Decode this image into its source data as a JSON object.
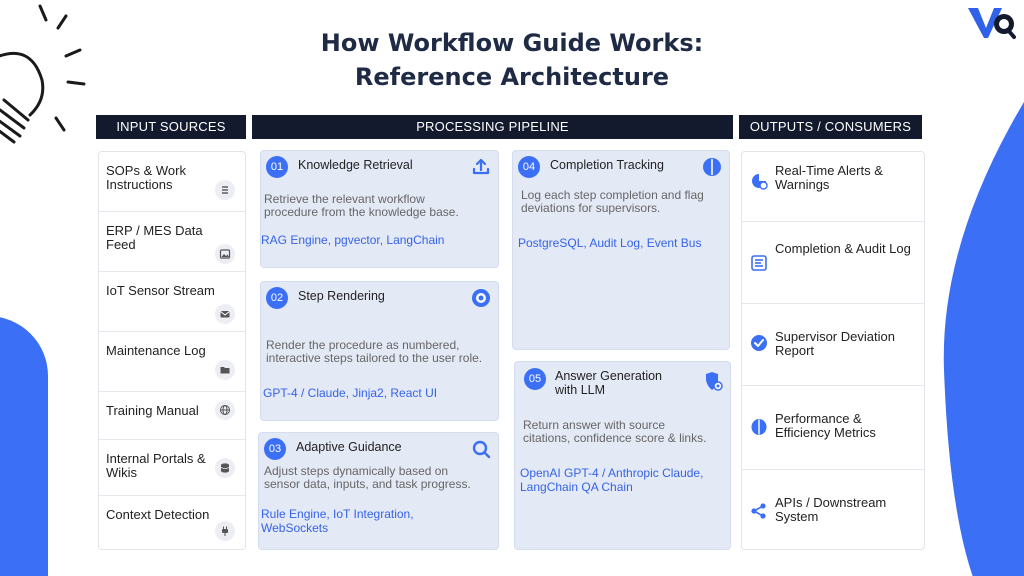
{
  "title_line1": "How Workflow Guide Works:",
  "title_line2": "Reference Architecture",
  "headers": {
    "inputs": "INPUT SOURCES",
    "pipeline": "PROCESSING PIPELINE",
    "outputs": "OUTPUTS / CONSUMERS"
  },
  "inputs": [
    {
      "label": "SOPs & Work Instructions",
      "icon": "list-icon"
    },
    {
      "label": "ERP / MES Data Feed",
      "icon": "image-icon"
    },
    {
      "label": "IoT Sensor Stream",
      "icon": "mail-icon"
    },
    {
      "label": "Maintenance Log",
      "icon": "folder-icon"
    },
    {
      "label": "Training Manual",
      "icon": "globe-icon"
    },
    {
      "label": "Internal Portals & Wikis",
      "icon": "database-icon"
    },
    {
      "label": "Context Detection",
      "icon": "plug-icon"
    }
  ],
  "steps": [
    {
      "num": "01",
      "title": "Knowledge Retrieval",
      "desc": "Retrieve the relevant workflow procedure from the knowledge base.",
      "tech": "RAG Engine, pgvector, LangChain",
      "icon": "upload-icon"
    },
    {
      "num": "02",
      "title": "Step Rendering",
      "desc": "Render the procedure as numbered, interactive steps tailored to the user role.",
      "tech": "GPT-4 / Claude, Jinja2, React UI",
      "icon": "eye-icon"
    },
    {
      "num": "03",
      "title": "Adaptive Guidance",
      "desc": "Adjust steps dynamically based on sensor data, inputs, and task progress.",
      "tech": "Rule Engine, IoT Integration, WebSockets",
      "icon": "search-icon"
    },
    {
      "num": "04",
      "title": "Completion Tracking",
      "desc": "Log each step completion and flag deviations for supervisors.",
      "tech": "PostgreSQL, Audit Log, Event Bus",
      "icon": "brain-icon"
    },
    {
      "num": "05",
      "title": "Answer Generation with LLM",
      "desc": "Return answer with source citations, confidence score & links.",
      "tech": "OpenAI GPT-4 / Anthropic Claude, LangChain QA Chain",
      "icon": "map-pin-icon"
    }
  ],
  "outputs": [
    {
      "label": "Real-Time Alerts & Warnings",
      "icon": "alert-chart-icon"
    },
    {
      "label": "Completion & Audit Log",
      "icon": "log-icon"
    },
    {
      "label": "Supervisor Deviation Report",
      "icon": "check-icon"
    },
    {
      "label": "Performance & Efficiency Metrics",
      "icon": "brain-icon"
    },
    {
      "label": "APIs / Downstream System",
      "icon": "share-icon"
    }
  ],
  "colors": {
    "accent": "#3b6ff5",
    "header_bg": "#131a2e",
    "tech_text": "#3563e9",
    "card_bg": "#e4e9f6"
  }
}
